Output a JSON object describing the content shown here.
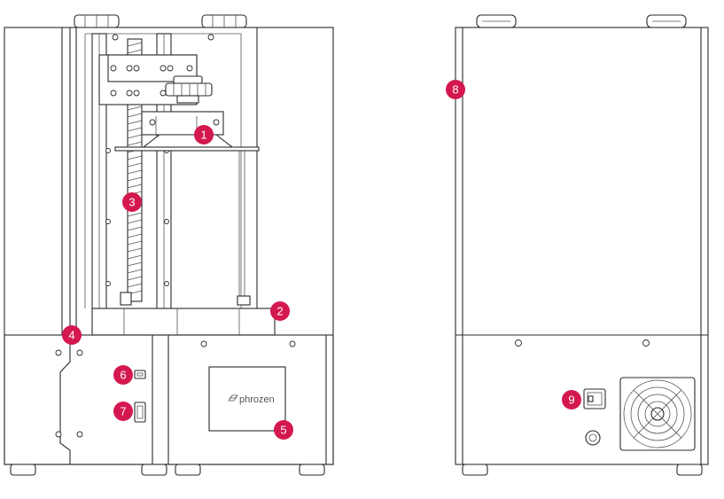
{
  "brand_label": "phrozen",
  "accent_color": "#d4184f",
  "callouts": [
    "1",
    "2",
    "3",
    "4",
    "5",
    "6",
    "7",
    "8",
    "9"
  ],
  "icons": {
    "brand_logo": "phrozen-logo-icon",
    "fan": "fan-grill-icon",
    "power_switch": "power-switch-icon",
    "usb_port": "usb-port-icon"
  }
}
